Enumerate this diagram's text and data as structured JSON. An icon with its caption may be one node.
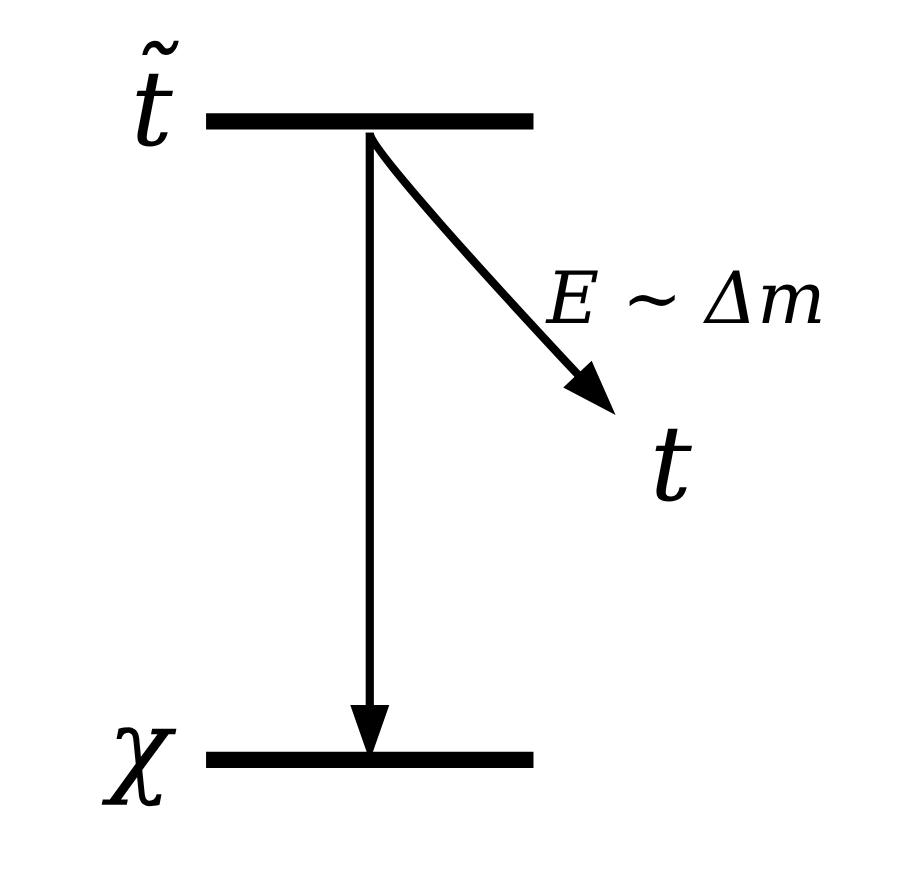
{
  "diagram": {
    "nodes": [
      {
        "text": [],
        "shape": "bar",
        "beside": [
          "t̃"
        ]
      },
      {
        "text": [
          "t"
        ]
      },
      {
        "text": [],
        "shape": "bar",
        "beside": [
          "χ"
        ]
      }
    ],
    "edges": [
      {
        "from": 0,
        "to": 2,
        "arrow": "to"
      },
      {
        "from": 0,
        "to": 1,
        "arrow": "to",
        "label": "E ∼ Δm"
      }
    ]
  }
}
